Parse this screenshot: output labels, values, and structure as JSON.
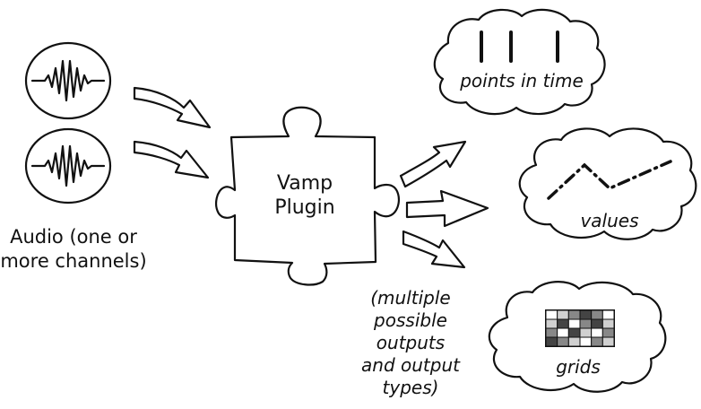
{
  "audio": {
    "label": "Audio (one or more channels)",
    "line1": "Audio (one or",
    "line2": "more channels)"
  },
  "plugin": {
    "line1": "Vamp",
    "line2": "Plugin"
  },
  "outputs_note": {
    "line1": "(multiple",
    "line2": "possible",
    "line3": "outputs",
    "line4": "and output",
    "line5": "types)"
  },
  "outputs": [
    {
      "label": "points in time",
      "icon": "vertical-marks-icon"
    },
    {
      "label": "values",
      "icon": "dotted-polyline-icon"
    },
    {
      "label": "grids",
      "icon": "grid-icon"
    }
  ],
  "colors": {
    "ink": "#111111",
    "background": "#ffffff",
    "grid_dark": "#444444",
    "grid_mid": "#888888",
    "grid_light": "#d0d0d0"
  }
}
